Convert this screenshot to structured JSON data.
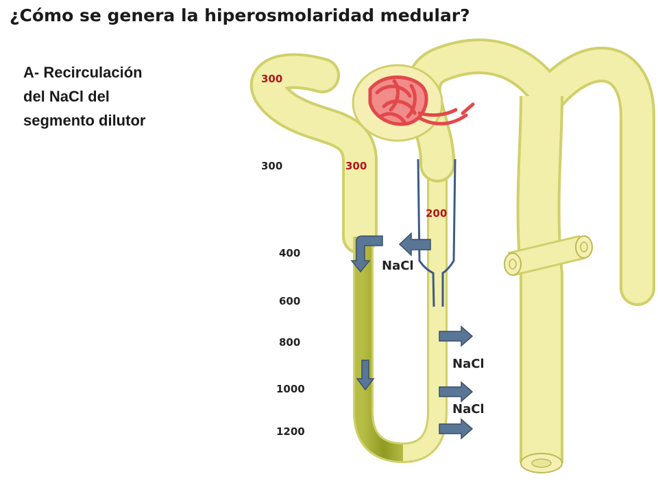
{
  "title": "¿Cómo se genera la hiperosmolaridad medular?",
  "subtitle_lines": [
    "A- Recirculación",
    "del NaCl del",
    "segmento dilutor"
  ],
  "osmolarity_labels": {
    "glomerulus": "300",
    "proximal": "300",
    "ascending_top": "300",
    "dilutor": "200",
    "level_400": "400",
    "level_600": "600",
    "level_800": "800",
    "level_1000": "1000",
    "level_1200": "1200"
  },
  "nacl_labels": [
    "NaCl",
    "NaCl",
    "NaCl"
  ],
  "colors": {
    "tubule_fill": "#f1efaa",
    "tubule_outline": "#cfd06a",
    "thin_limb": "#9aa32a",
    "glomerulus": "#e2484a",
    "capsule": "#f6efb4",
    "arrow_fill": "#5a7696",
    "arrow_stroke": "#394f69",
    "wall_line": "#3d5a84",
    "label_red": "#b3161b"
  }
}
